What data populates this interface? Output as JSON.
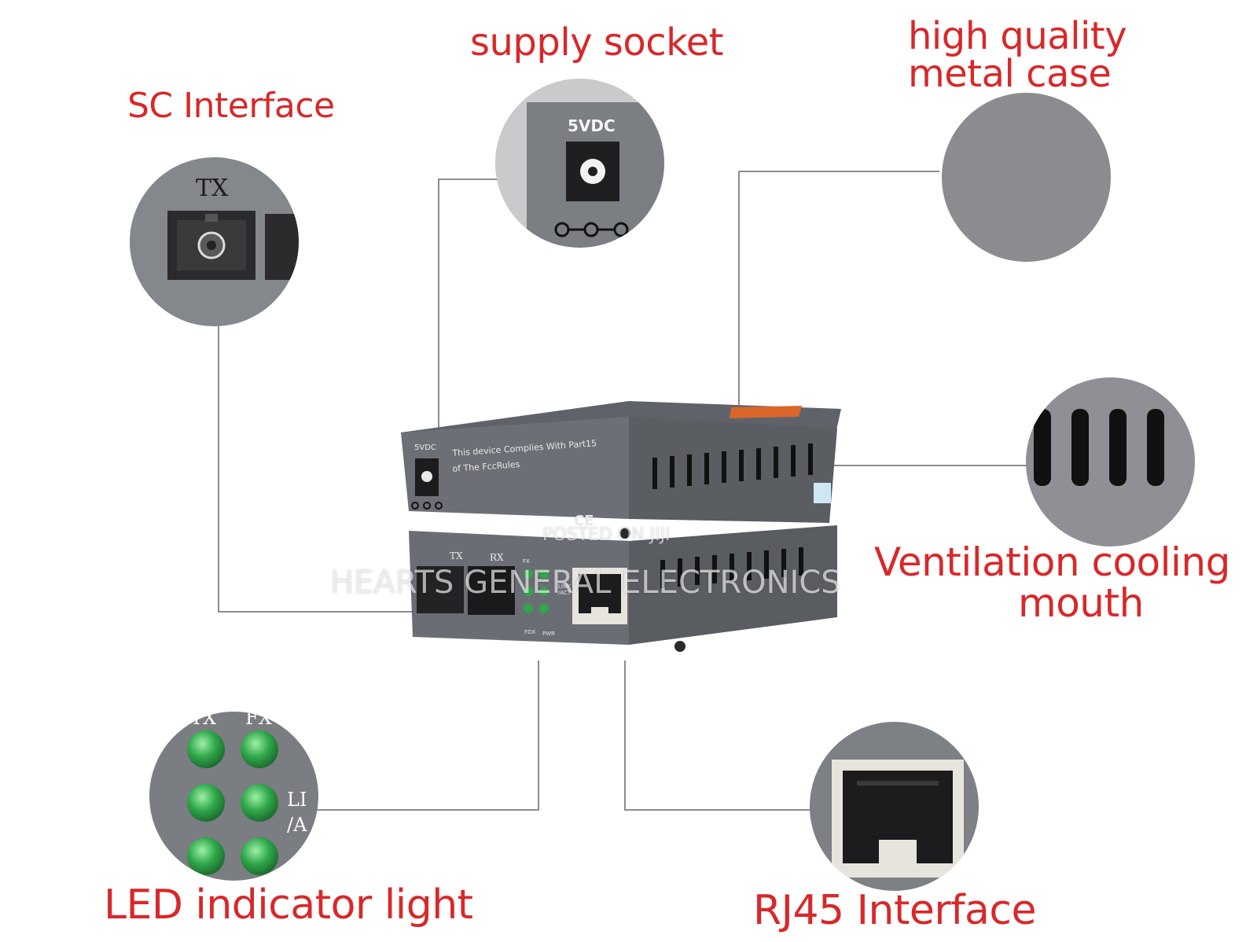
{
  "labels": {
    "sc_interface": "SC  Interface",
    "supply_socket": "supply socket",
    "metal_case_line1": "high quality",
    "metal_case_line2": "metal case",
    "ventilation_line1": "Ventilation cooling",
    "ventilation_line2": "mouth",
    "led_indicator": "LED  indicator light",
    "rj45_interface": "RJ45  Interface"
  },
  "callouts": {
    "sc_port_label": "TX",
    "supply_port_label": "5VDC",
    "led_labels": [
      "TX",
      "FX",
      "LI",
      "/A"
    ]
  },
  "device": {
    "top_unit_text_line1": "This device Complies With Part15",
    "top_unit_text_line2": "of The FccRules",
    "top_unit_port_label": "5VDC",
    "ce_mark": "CE",
    "bottom_unit_tx": "TX",
    "bottom_unit_rx": "RX",
    "bottom_unit_led_labels": [
      "FX",
      "LINK /ACT",
      "FDX",
      "PWR"
    ]
  },
  "watermark": {
    "line1": "POSTED ON JIJI",
    "line2": "HEARTS GENERAL ELECTRONICS"
  },
  "colors": {
    "label_red": "#d8282a",
    "case_gray": "#6f7278",
    "led_green": "#2fa84a",
    "line_gray": "#8c8c8c"
  }
}
